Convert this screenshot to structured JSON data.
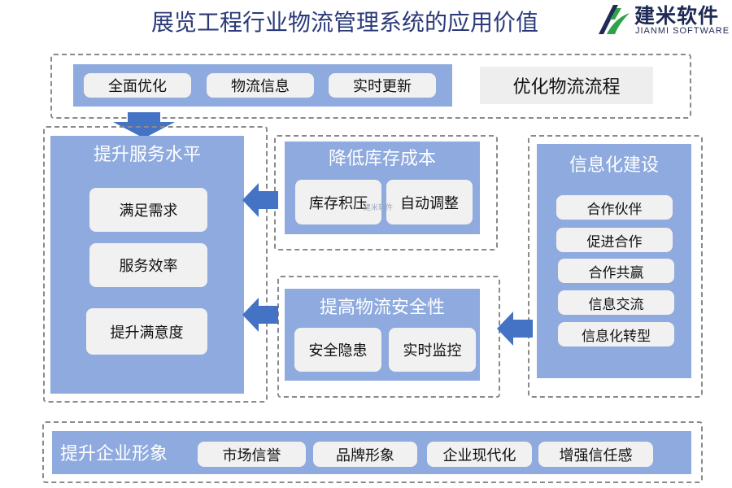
{
  "header": {
    "title": "展览工程行业物流管理系统的应用价值",
    "logo_cn": "建米软件",
    "logo_en": "JIANMI SOFTWARE"
  },
  "top": {
    "chips": [
      "全面优化",
      "物流信息",
      "实时更新"
    ],
    "label": "优化物流流程"
  },
  "service": {
    "title": "提升服务水平",
    "items": [
      "满足需求",
      "服务效率",
      "提升满意度"
    ]
  },
  "inventory": {
    "title": "降低库存成本",
    "items": [
      "库存积压",
      "自动调整"
    ]
  },
  "safety": {
    "title": "提高物流安全性",
    "items": [
      "安全隐患",
      "实时监控"
    ]
  },
  "info": {
    "title": "信息化建设",
    "items": [
      "合作伙伴",
      "促进合作",
      "合作共赢",
      "信息交流",
      "信息化转型"
    ]
  },
  "enterprise": {
    "title": "提升企业形象",
    "items": [
      "市场信誉",
      "品牌形象",
      "企业现代化",
      "增强信任感"
    ]
  },
  "watermark": "建米软件",
  "colors": {
    "panel": "#8eaade",
    "arrow": "#4472c4",
    "title": "#2b3a7a",
    "chip": "#f1f1f1"
  }
}
